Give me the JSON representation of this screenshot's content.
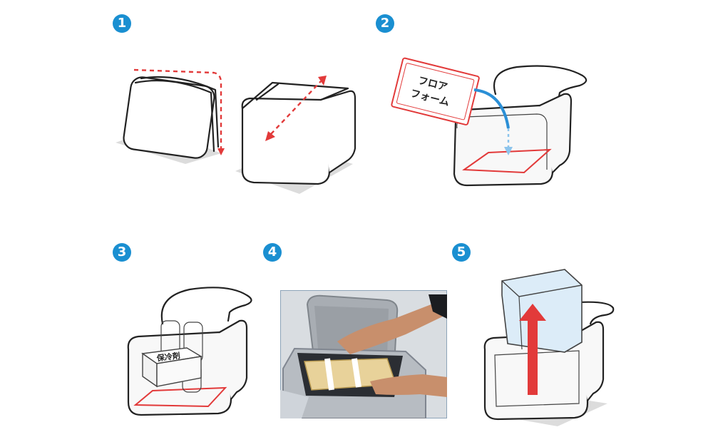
{
  "steps": [
    {
      "number": "1"
    },
    {
      "number": "2"
    },
    {
      "number": "3"
    },
    {
      "number": "4"
    },
    {
      "number": "5"
    }
  ],
  "floor_form_label_line1": "フロア",
  "floor_form_label_line2": "フォーム",
  "ice_pack_label": "保冷剤",
  "colors": {
    "step_badge": "#1a8fd1",
    "accent_red": "#e23a3a",
    "arrow_blue": "#2b8fd6",
    "liner_blue": "#dcecf8"
  }
}
